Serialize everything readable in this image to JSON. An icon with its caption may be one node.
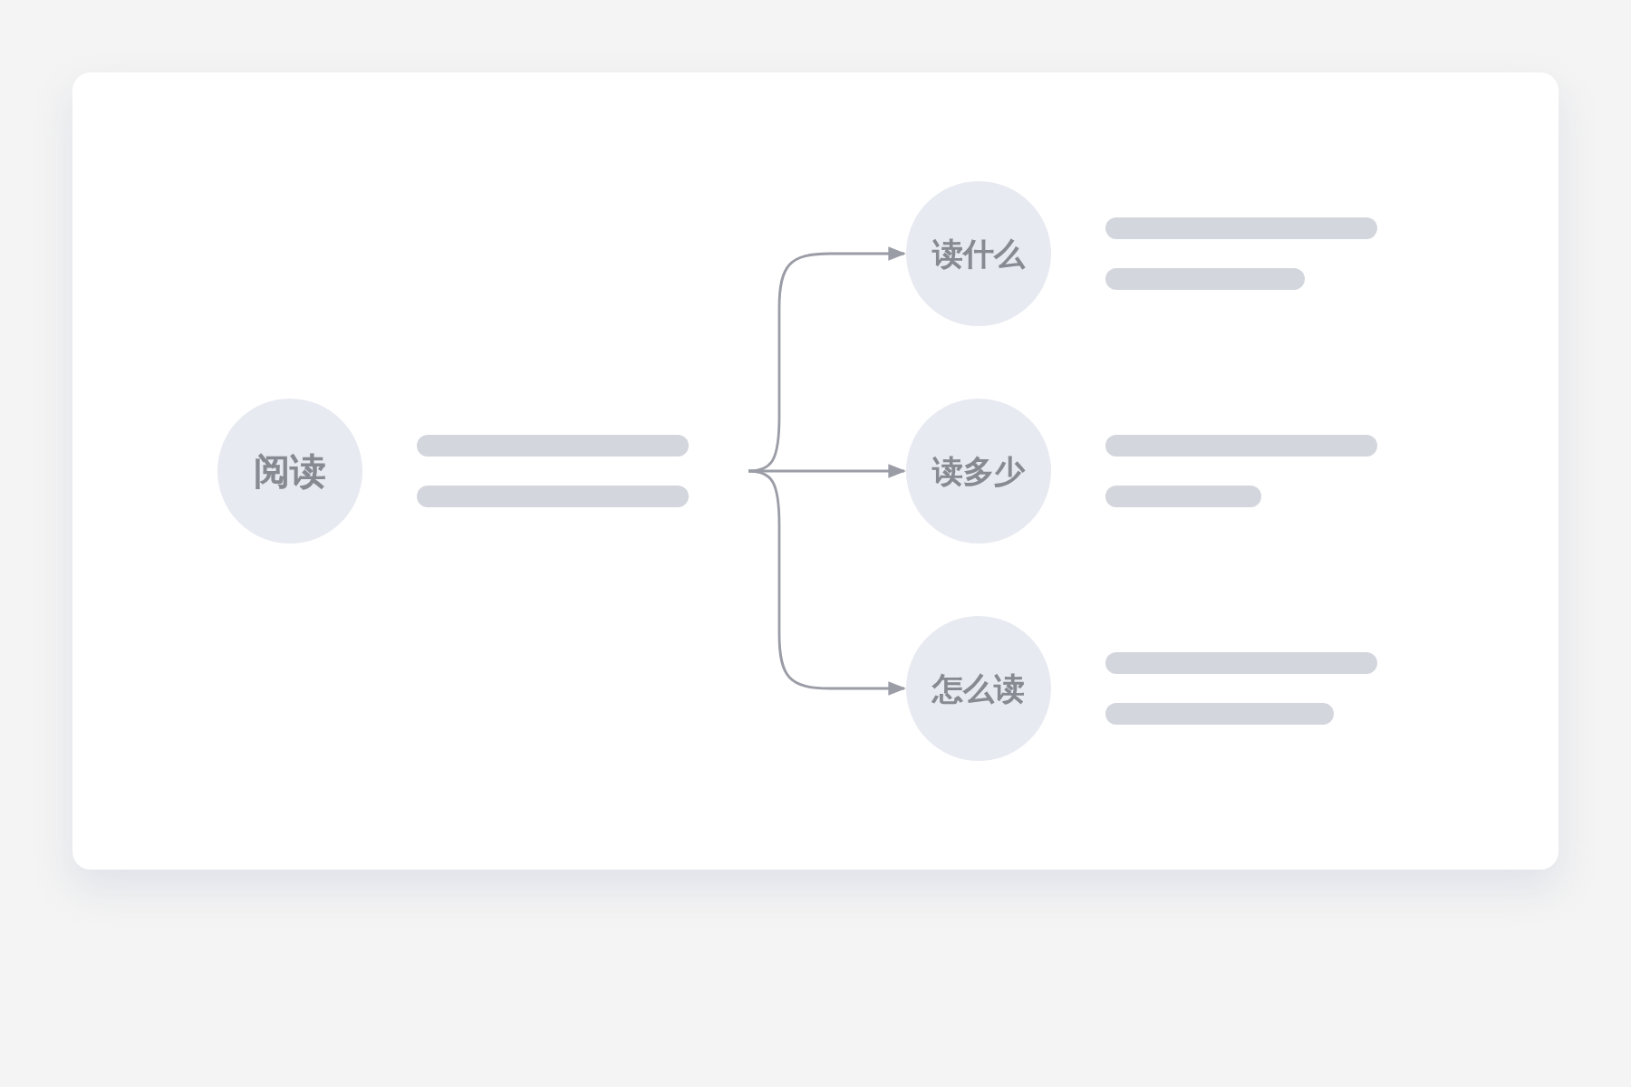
{
  "diagram": {
    "nodes": [
      {
        "text": [
          "阅读"
        ]
      },
      {
        "text": [
          "读什么"
        ]
      },
      {
        "text": [
          "读多少"
        ]
      },
      {
        "text": [
          "怎么读"
        ]
      }
    ],
    "edges": [
      {
        "from": null,
        "to": 1,
        "arrow": "to"
      },
      {
        "from": null,
        "to": 2,
        "arrow": "to"
      },
      {
        "from": null,
        "to": 3,
        "arrow": "to"
      }
    ]
  }
}
